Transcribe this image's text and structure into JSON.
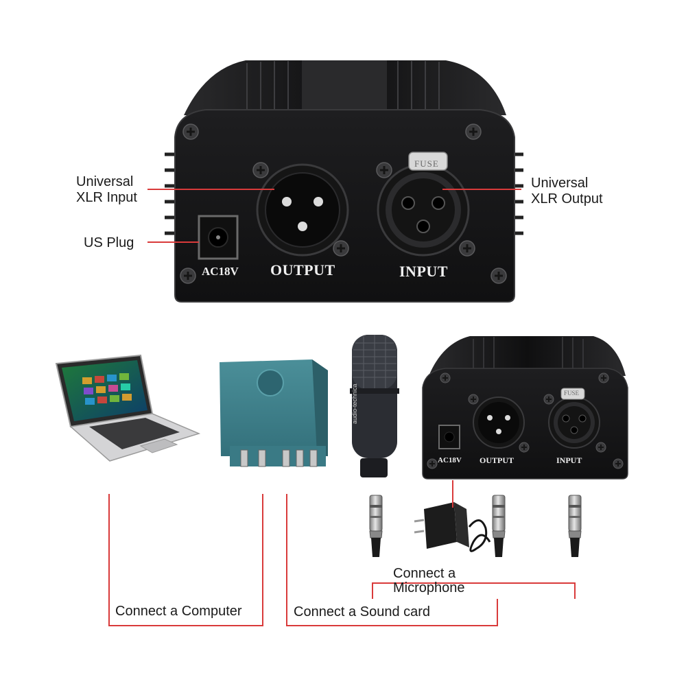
{
  "callouts": {
    "xlr_input_line1": "Universal",
    "xlr_input_line2": "XLR Input",
    "us_plug": "US Plug",
    "xlr_output_line1": "Universal",
    "xlr_output_line2": "XLR Output"
  },
  "panel_labels": {
    "power": "AC18V",
    "output": "OUTPUT",
    "input": "INPUT",
    "fuse": "FUSE"
  },
  "mic_brand": "audio-technica",
  "connections": {
    "computer": "Connect a Computer",
    "sound_card": "Connect a Sound card",
    "microphone_line1": "Connect a",
    "microphone_line2": "Microphone"
  },
  "colors": {
    "callout_line": "#d93a3a",
    "housing": "#1c1c1e",
    "sound_card_body": "#3f7f8a"
  }
}
